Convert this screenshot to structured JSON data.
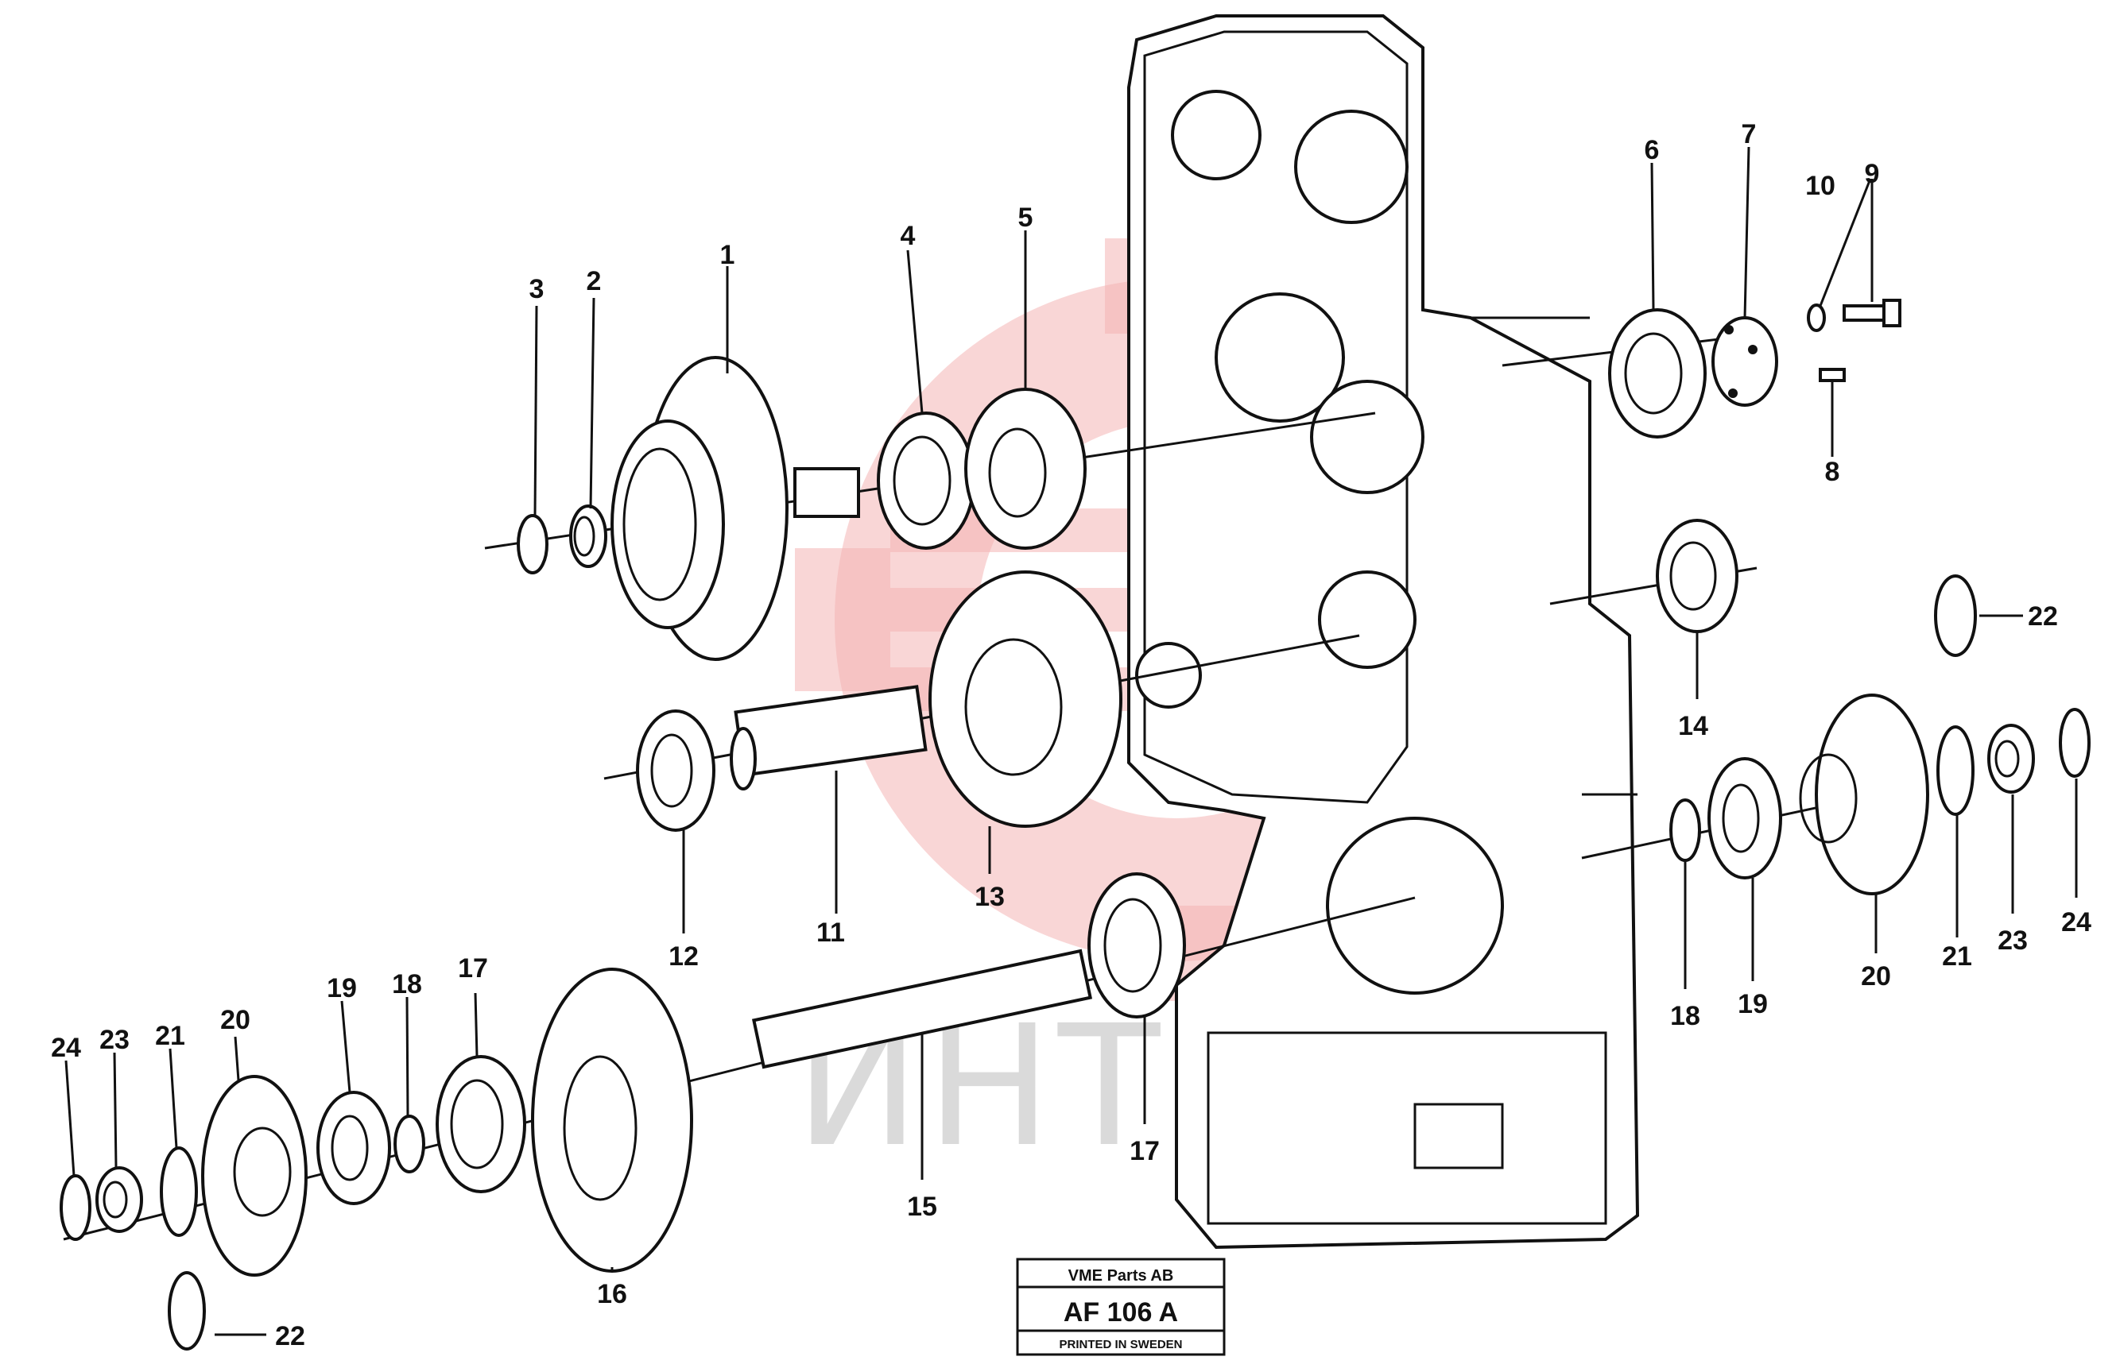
{
  "stamp": {
    "company": "VME Parts AB",
    "code": "AF 106 A",
    "printed": "PRINTED IN SWEDEN"
  },
  "watermark": {
    "text": "ИНТЕХ",
    "color": "#f4b4b4"
  },
  "callouts": [
    "1",
    "2",
    "3",
    "4",
    "5",
    "6",
    "7",
    "8",
    "9",
    "10",
    "11",
    "12",
    "13",
    "14",
    "15",
    "16",
    "17",
    "17",
    "18",
    "18",
    "19",
    "19",
    "20",
    "20",
    "21",
    "21",
    "22",
    "22",
    "23",
    "23",
    "24",
    "24"
  ]
}
